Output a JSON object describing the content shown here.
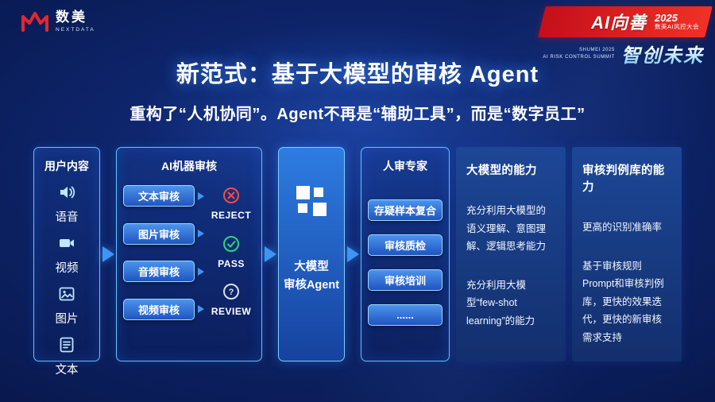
{
  "colors": {
    "accent_blue": "#3e96f4",
    "border_blue": "#63c4f7",
    "brand_red": "#e8262d",
    "reject": "#ff4a3e",
    "pass": "#2ad47e",
    "review": "#d7e0ef"
  },
  "header": {
    "logo": {
      "brand": "数美",
      "sub": "NEXTDATA"
    },
    "event": {
      "line1": "AI向善",
      "line2": "智创未来",
      "year": "2025",
      "conference": "数美AI风控大会",
      "caption_line1": "SHUMEI 2025",
      "caption_line2": "AI RISK CONTROL SUMMIT"
    }
  },
  "title": "新范式：基于大模型的审核 Agent",
  "subtitle": "重构了“人机协同”。Agent不再是“辅助工具”，而是“数字员工”",
  "flow": {
    "user_content": {
      "title": "用户内容",
      "items": [
        {
          "icon": "voice-icon",
          "label": "语音"
        },
        {
          "icon": "video-icon",
          "label": "视频"
        },
        {
          "icon": "image-icon",
          "label": "图片"
        },
        {
          "icon": "text-icon",
          "label": "文本"
        }
      ]
    },
    "ai_review": {
      "title": "AI机器审核",
      "buttons": [
        "文本审核",
        "图片审核",
        "音频审核",
        "视频审核"
      ],
      "outcomes": [
        {
          "icon": "reject-icon",
          "label": "REJECT"
        },
        {
          "icon": "pass-icon",
          "label": "PASS"
        },
        {
          "icon": "review-icon",
          "label": "REVIEW"
        }
      ]
    },
    "agent": {
      "line1": "大模型",
      "line2": "审核Agent"
    },
    "human_experts": {
      "title": "人审专家",
      "buttons": [
        "存疑样本复合",
        "审核质检",
        "审核培训",
        "......"
      ]
    }
  },
  "panels": [
    {
      "title": "大模型的能力",
      "paragraphs": [
        "充分利用大模型的语义理解、意图理解、逻辑思考能力",
        "充分利用大模型“few-shot learning”的能力"
      ]
    },
    {
      "title": "审核判例库的能力",
      "paragraphs": [
        "更高的识别准确率",
        "基于审核规则Prompt和审核判例库，更快的效果迭代，更快的新审核需求支持"
      ]
    }
  ]
}
